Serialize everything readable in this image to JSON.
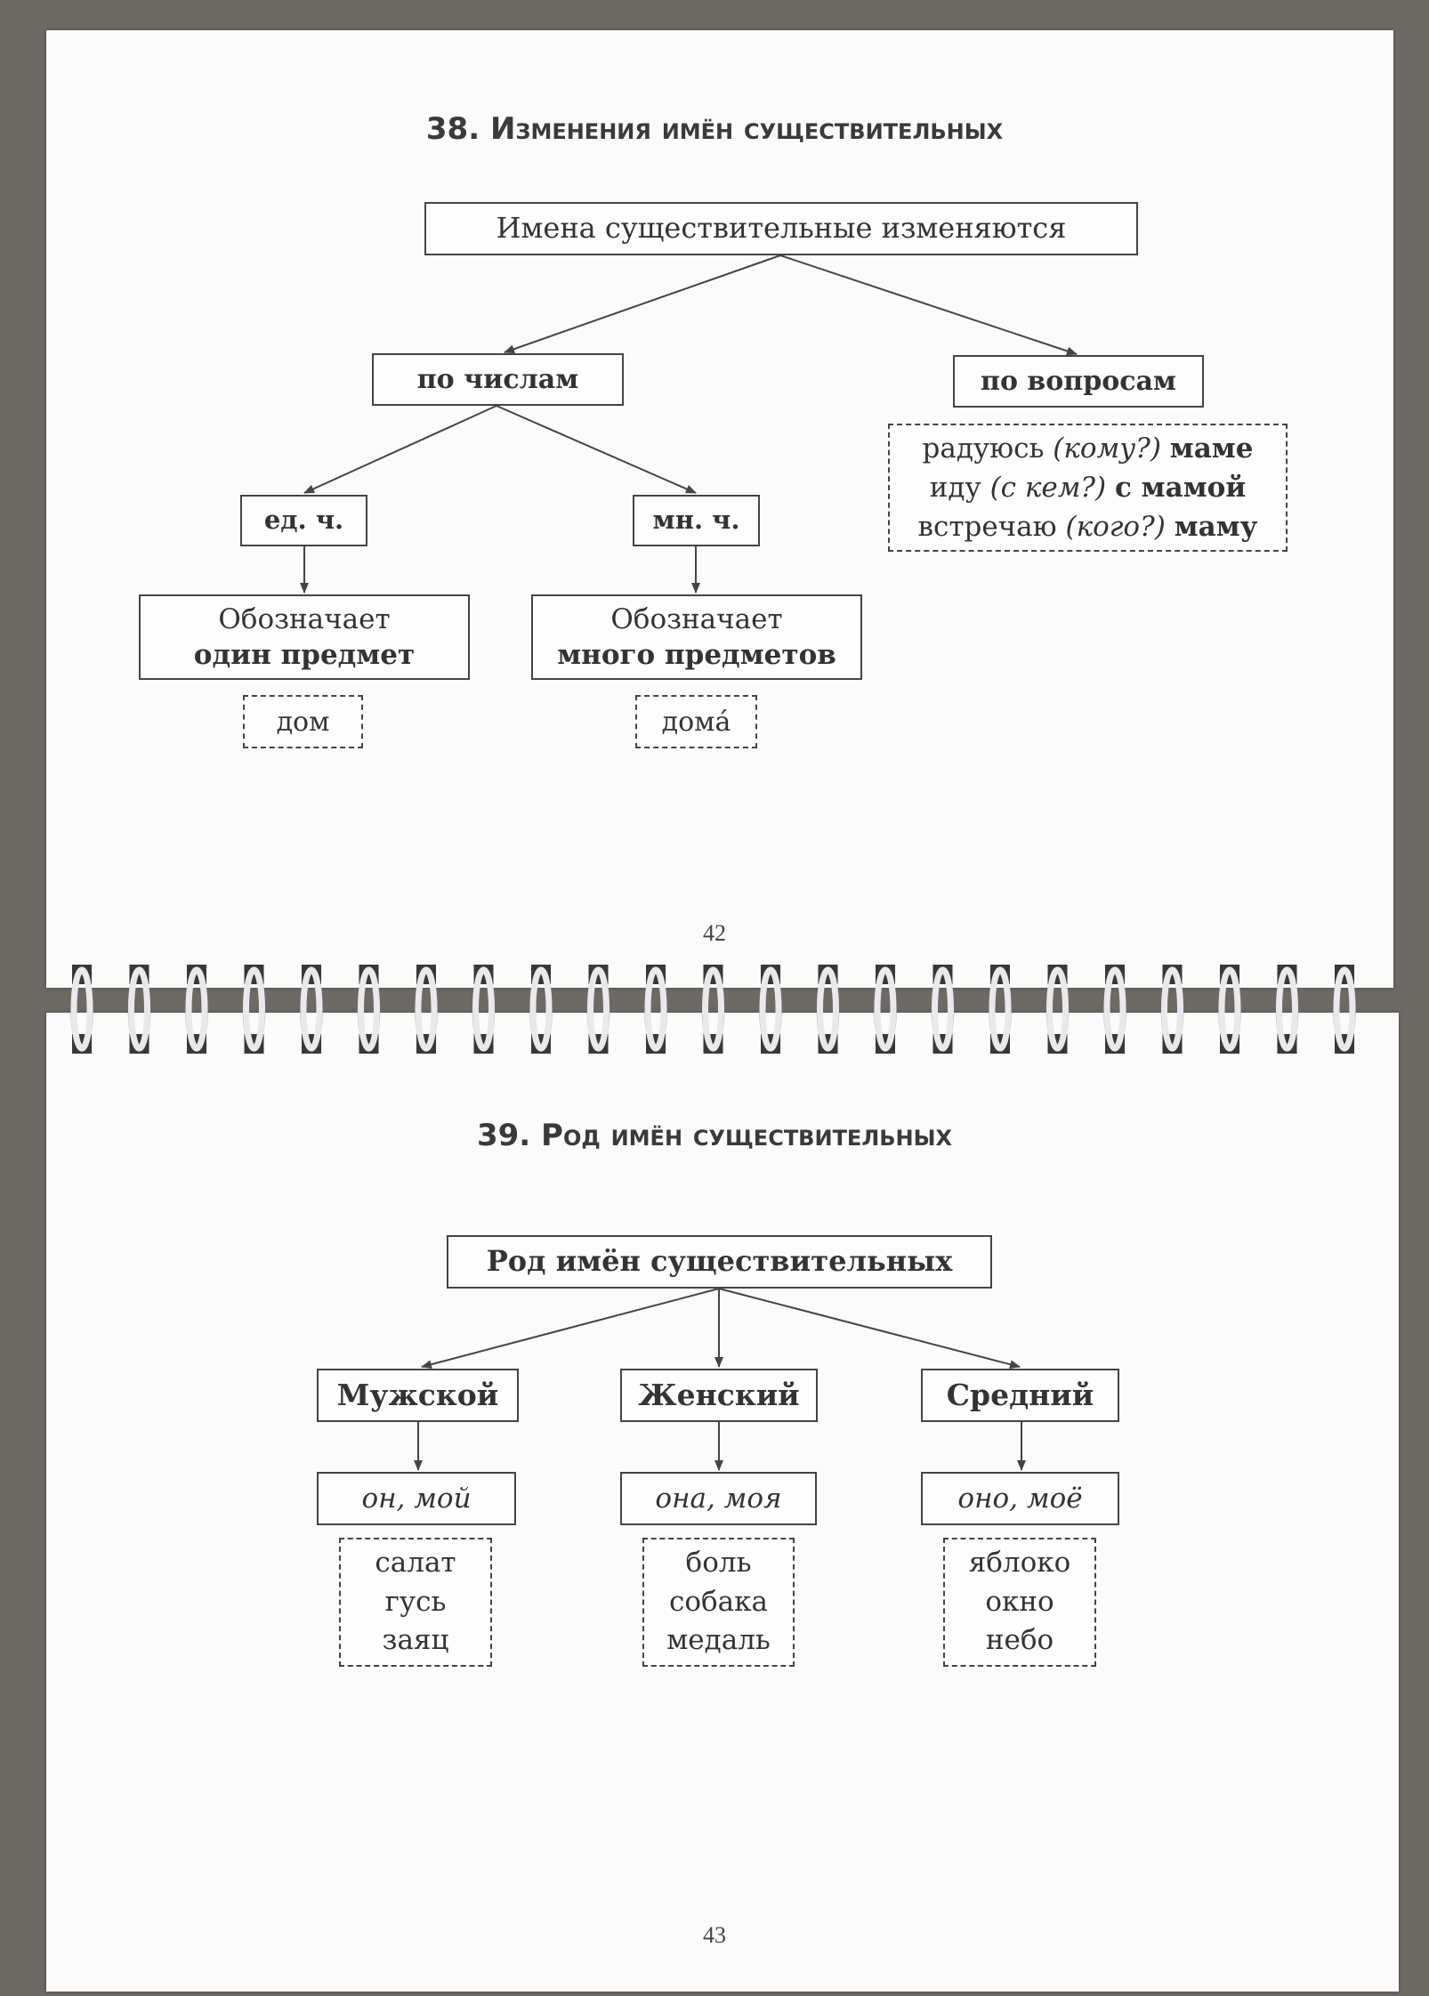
{
  "page_top": {
    "title": "38. Изменения имён существительных",
    "root": "Имена существительные изменяются",
    "by_number": {
      "label": "по числам",
      "singular": {
        "label": "ед. ч.",
        "meaning_line1": "Обозначает",
        "meaning_line2": "один предмет",
        "example": "дом"
      },
      "plural": {
        "label": "мн. ч.",
        "meaning_line1": "Обозначает",
        "meaning_line2": "много предметов",
        "example": "домá"
      }
    },
    "by_question": {
      "label": "по вопросам",
      "examples": [
        {
          "word": "радуюсь",
          "question": "(кому?)",
          "answer": "маме"
        },
        {
          "word": "иду",
          "question": "(с кем?)",
          "answer": "с мамой"
        },
        {
          "word": "встречаю",
          "question": "(кого?)",
          "answer": "маму"
        }
      ]
    },
    "page_number": "42"
  },
  "page_bottom": {
    "title": "39. Род имён существительных",
    "root": "Род имён существительных",
    "genders": [
      {
        "label": "Мужской",
        "pronouns": "он, мой",
        "examples": [
          "салат",
          "гусь",
          "заяц"
        ]
      },
      {
        "label": "Женский",
        "pronouns": "она, моя",
        "examples": [
          "боль",
          "собака",
          "медаль"
        ]
      },
      {
        "label": "Средний",
        "pronouns": "оно, моё",
        "examples": [
          "яблоко",
          "окно",
          "небо"
        ]
      }
    ],
    "page_number": "43"
  }
}
